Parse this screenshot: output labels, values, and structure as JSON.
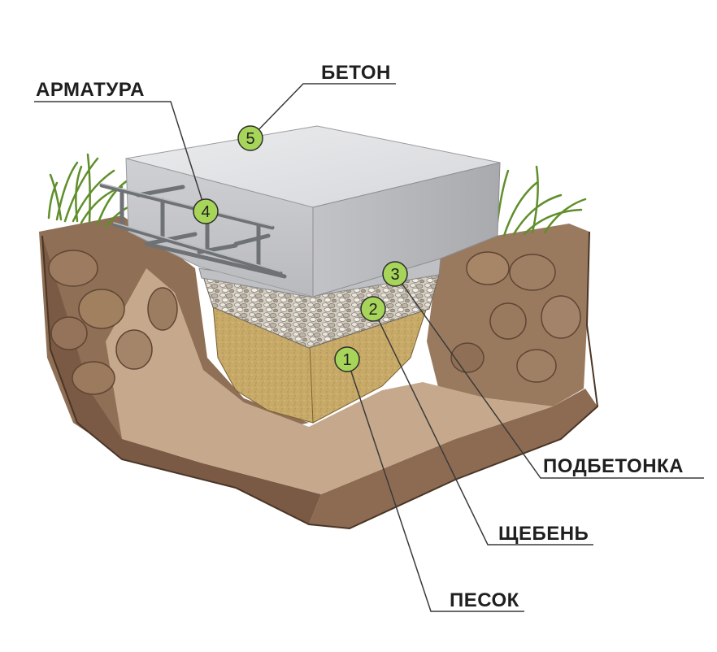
{
  "colors": {
    "badge_fill": "#a6d55a",
    "badge_stroke": "#2d2d2d",
    "label_text": "#1f1f1f",
    "leader_line": "#3a3a3a",
    "concrete_top": "#e4e5e7",
    "concrete_side": "#c9cacd",
    "soil": "#a9876b",
    "soil_dark": "#7d5e47",
    "sand": "#c9ad6c",
    "gravel": "#cfc8bd",
    "grass": "#7aa83a"
  },
  "layers": [
    {
      "badge": "1",
      "label": "ПЕСОК"
    },
    {
      "badge": "2",
      "label": "ЩЕБЕНЬ"
    },
    {
      "badge": "3",
      "label": "ПОДБЕТОНКА"
    },
    {
      "badge": "4",
      "label": "АРМАТУРА"
    },
    {
      "badge": "5",
      "label": "БЕТОН"
    }
  ]
}
